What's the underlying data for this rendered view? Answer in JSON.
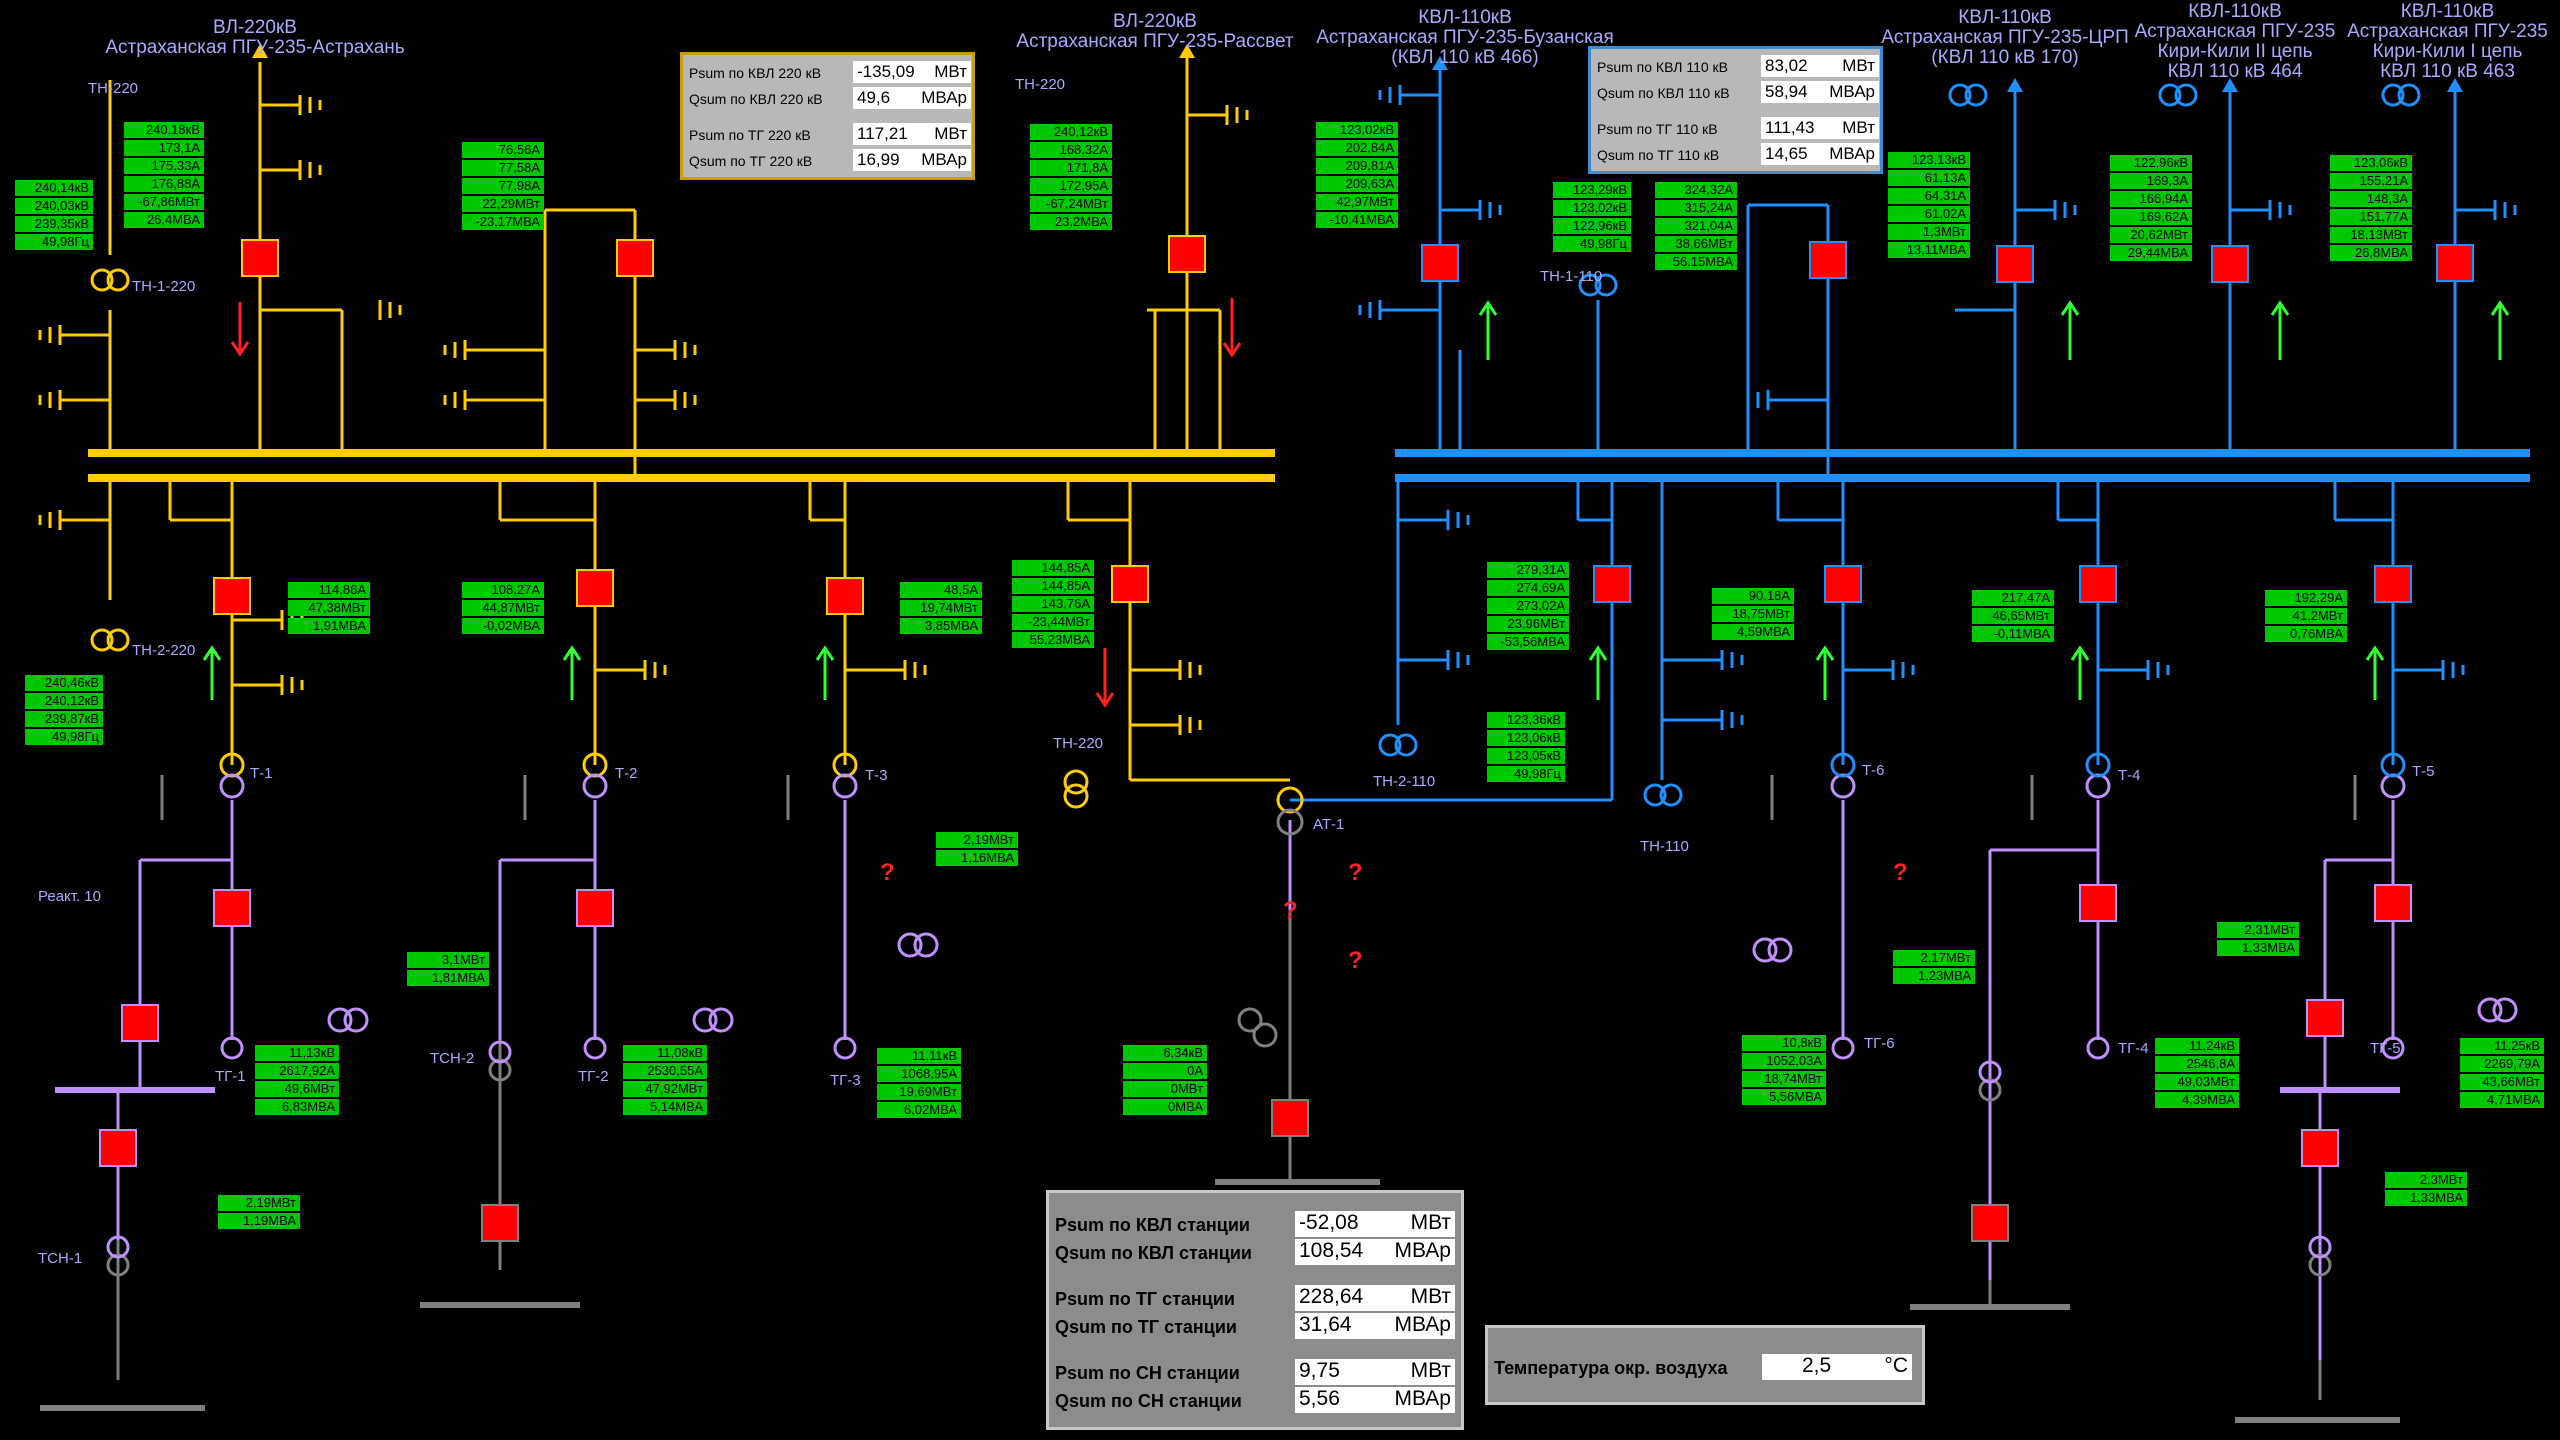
{
  "titles": {
    "t_vl220_ast": "ВЛ-220кВ\nАстраханская ПГУ-235-Астрахань",
    "t_vl220_ras": "ВЛ-220кВ\nАстраханская ПГУ-235-Рассвет",
    "t_kvl_buz": "КВЛ-110кВ\nАстраханская ПГУ-235-Бузанская\n(КВЛ 110 кВ 466)",
    "t_kvl_crp": "КВЛ-110кВ\nАстраханская ПГУ-235-ЦРП\n(КВЛ 110 кВ 170)",
    "t_kvl_k2": "КВЛ-110кВ\nАстраханская ПГУ-235\nКири-Кили II цепь\nКВЛ 110 кВ 464",
    "t_kvl_k1": "КВЛ-110кВ\nАстраханская ПГУ-235\nКири-Кили I цепь\nКВЛ 110 кВ 463"
  },
  "labels": {
    "th220a": "ТН-220",
    "th220b": "ТН-220",
    "th220c": "ТН-220",
    "th1_220": "ТН-1-220",
    "th2_220": "ТН-2-220",
    "th1_110": "ТН-1-110",
    "th2_110": "ТН-2-110",
    "th110": "ТН-110",
    "t1": "Т-1",
    "t2": "Т-2",
    "t3": "Т-3",
    "t4": "Т-4",
    "t5": "Т-5",
    "t6": "Т-6",
    "at1": "АТ-1",
    "tg1": "ТГ-1",
    "tg2": "ТГ-2",
    "tg3": "ТГ-3",
    "tg4": "ТГ-4",
    "tg5": "ТГ-5",
    "tg6": "ТГ-6",
    "tsn1": "ТСН-1",
    "tsn2": "ТСН-2",
    "react": "Реакт. 10"
  },
  "boxes": {
    "b_vl_ast": [
      "240,18кВ",
      "173,1А",
      "175,33А",
      "176,88А",
      "-67,86МВт",
      "26,4МВА"
    ],
    "b_th1_220": [
      "240,14кВ",
      "240,03кВ",
      "239,35кВ",
      "49,98Гц"
    ],
    "b_bay2": [
      "76,56А",
      "77,58А",
      "77,98А",
      "22,29МВт",
      "-23,17МВА"
    ],
    "b_vl_ras": [
      "240,12кВ",
      "168,32А",
      "171,8А",
      "172,95А",
      "-67,24МВт",
      "23,2МВА"
    ],
    "b_buz": [
      "123,02кВ",
      "202,84А",
      "209,81А",
      "209,63А",
      "42,97МВт",
      "-10,41МВА"
    ],
    "b_th1_110v": [
      "123,29кВ",
      "123,02кВ",
      "122,96кВ",
      "49,98Гц"
    ],
    "b_bay110": [
      "324,32А",
      "315,24А",
      "321,04А",
      "38,66МВт",
      "56,15МВА"
    ],
    "b_crp": [
      "123,13кВ",
      "61,13А",
      "64,31А",
      "61,02А",
      "1,3МВт",
      "13,11МВА"
    ],
    "b_k2": [
      "122,96кВ",
      "169,3А",
      "166,94А",
      "169,62А",
      "20,62МВт",
      "29,44МВА"
    ],
    "b_k1": [
      "123,06кВ",
      "155,21А",
      "148,3А",
      "151,77А",
      "18,13МВт",
      "26,8МВА"
    ],
    "b_t1": [
      "114,86А",
      "47,38МВт",
      "1,91МВА"
    ],
    "b_th2_220": [
      "240,46кВ",
      "240,12кВ",
      "239,87кВ",
      "49,98Гц"
    ],
    "b_t2": [
      "108,27А",
      "44,87МВт",
      "-0,02МВА"
    ],
    "b_t3": [
      "48,5А",
      "19,74МВт",
      "3,85МВА"
    ],
    "b_at220": [
      "144,85А",
      "144,85А",
      "143,76А",
      "-23,44МВт",
      "55,23МВА"
    ],
    "b_at110": [
      "279,31А",
      "274,69А",
      "273,02А",
      "23,96МВт",
      "-53,56МВА"
    ],
    "b_th2_110": [
      "123,36кВ",
      "123,06кВ",
      "123,05кВ",
      "49,98Гц"
    ],
    "b_t6": [
      "90,18А",
      "18,75МВт",
      "4,59МВА"
    ],
    "b_t4": [
      "217,47А",
      "46,65МВт",
      "-0,11МВА"
    ],
    "b_t5": [
      "192,29А",
      "41,2МВт",
      "0,76МВА"
    ],
    "b_t3lv": [
      "2,19МВт",
      "1,16МВА"
    ],
    "b_tsn2": [
      "3,1МВт",
      "1,81МВА"
    ],
    "b_tg1": [
      "11,13кВ",
      "2617,92А",
      "49,6МВт",
      "6,83МВА"
    ],
    "b_tg2": [
      "11,08кВ",
      "2530,55А",
      "47,92МВт",
      "5,14МВА"
    ],
    "b_tg3": [
      "11,11кВ",
      "1068,95А",
      "19,69МВт",
      "6,02МВА"
    ],
    "b_at_lv": [
      "6,34кВ",
      "0А",
      "0МВт",
      "0МВА"
    ],
    "b_tsn1": [
      "2,19МВт",
      "1,19МВА"
    ],
    "b_tg6": [
      "10,8кВ",
      "1052,03А",
      "18,74МВт",
      "5,56МВА"
    ],
    "b_t4lv": [
      "2,17МВт",
      "1,23МВА"
    ],
    "b_tg4": [
      "11,24кВ",
      "2546,8А",
      "49,03МВт",
      "4,39МВА"
    ],
    "b_t5lv": [
      "2,31МВт",
      "1,33МВА"
    ],
    "b_tg5": [
      "11,25кВ",
      "2269,79А",
      "43,66МВт",
      "4,71МВА"
    ],
    "b_t5lv2": [
      "2,3МВт",
      "1,33МВА"
    ]
  },
  "panel220": {
    "r1": {
      "k": "Psum по КВЛ 220 кВ",
      "v": "-135,09",
      "u": "МВт"
    },
    "r2": {
      "k": "Qsum по КВЛ 220 кВ",
      "v": "49,6",
      "u": "МВАр"
    },
    "r3": {
      "k": "Psum по ТГ 220 кВ",
      "v": "117,21",
      "u": "МВт"
    },
    "r4": {
      "k": "Qsum по ТГ 220 кВ",
      "v": "16,99",
      "u": "МВАр"
    }
  },
  "panel110": {
    "r1": {
      "k": "Psum по КВЛ 110 кВ",
      "v": "83,02",
      "u": "МВт"
    },
    "r2": {
      "k": "Qsum по КВЛ 110 кВ",
      "v": "58,94",
      "u": "МВАр"
    },
    "r3": {
      "k": "Psum по ТГ 110 кВ",
      "v": "111,43",
      "u": "МВт"
    },
    "r4": {
      "k": "Qsum по ТГ 110 кВ",
      "v": "14,65",
      "u": "МВАр"
    }
  },
  "station": {
    "r1": {
      "k": "Psum по КВЛ станции",
      "v": "-52,08",
      "u": "МВт"
    },
    "r2": {
      "k": "Qsum по КВЛ станции",
      "v": "108,54",
      "u": "МВАр"
    },
    "r3": {
      "k": "Psum по ТГ станции",
      "v": "228,64",
      "u": "МВт"
    },
    "r4": {
      "k": "Qsum по ТГ станции",
      "v": "31,64",
      "u": "МВАр"
    },
    "r5": {
      "k": "Psum по СН станции",
      "v": "9,75",
      "u": "МВт"
    },
    "r6": {
      "k": "Qsum по СН станции",
      "v": "5,56",
      "u": "МВАр"
    }
  },
  "temp": {
    "k": "Температура окр. воздуха",
    "v": "2,5",
    "u": "°C"
  },
  "colors": {
    "bus220": "#ffcc00",
    "bus110": "#1e90ff",
    "gen": "#c090ff",
    "breaker": "#ff0000",
    "ground": "#808080",
    "value_box": "#00c800"
  }
}
